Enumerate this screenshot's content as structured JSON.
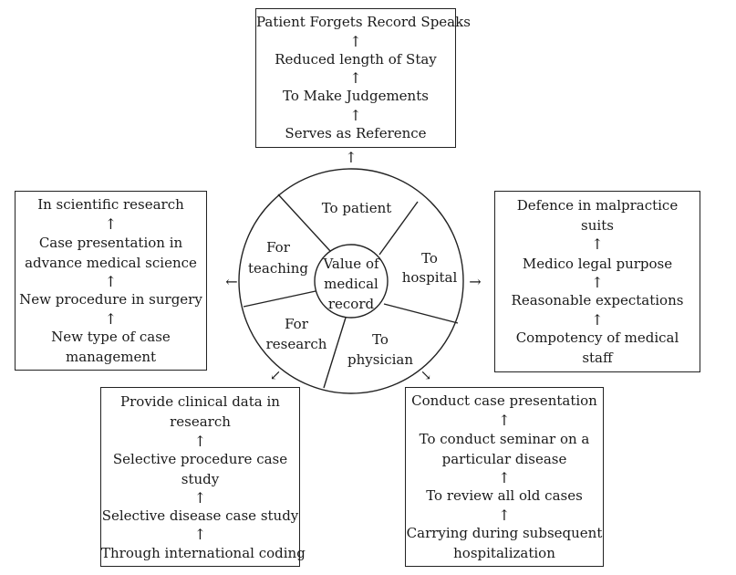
{
  "boxes": {
    "patient": {
      "items": [
        "Patient Forgets Record Speaks",
        "Reduced length of Stay",
        "To Make Judgements",
        "Serves as Reference"
      ],
      "arrow": "↑"
    },
    "teaching": {
      "items": [
        "In scientific research",
        "Case presentation in",
        "advance medical science",
        "New procedure in surgery",
        "New type of case",
        "management"
      ],
      "arrow": "↑"
    },
    "hospital": {
      "items": [
        "Defence in malpractice",
        "suits",
        "Medico legal purpose",
        "Reasonable expectations",
        "Compotency of medical",
        "staff"
      ],
      "arrow": "↑"
    },
    "research": {
      "items": [
        "Provide clinical data in",
        "research",
        "Selective procedure case",
        "study",
        "Selective disease case study",
        "Through international coding"
      ],
      "arrow": "↑"
    },
    "physician": {
      "items": [
        "Conduct case presentation",
        "To conduct seminar on a",
        "particular disease",
        "To review all old cases",
        "Carrying during subsequent",
        "hospitalization"
      ],
      "arrow": "↑"
    }
  },
  "wheel": {
    "center": [
      "Value of",
      "medical",
      "record"
    ],
    "segments": {
      "patient": [
        "To patient"
      ],
      "hospital": [
        "To",
        "hospital"
      ],
      "physician": [
        "To",
        "physician"
      ],
      "research": [
        "For",
        "research"
      ],
      "teaching": [
        "For",
        "teaching"
      ]
    }
  },
  "connectors": {
    "up": "↑",
    "left": "←",
    "right": "→",
    "down_left": "↙",
    "down_right": "↘"
  }
}
